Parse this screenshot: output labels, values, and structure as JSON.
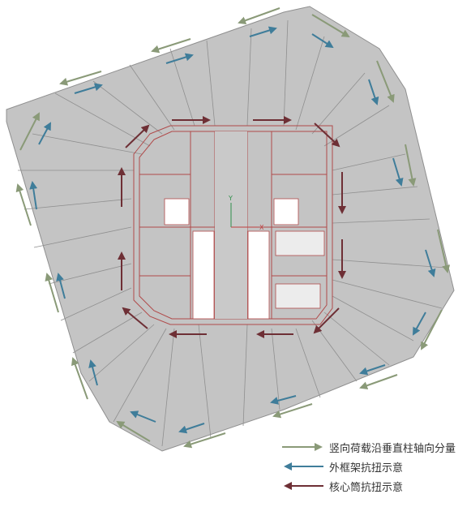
{
  "colors": {
    "background": "#ffffff",
    "floor_fill": "#c4c4c4",
    "floor_stroke": "#8f8f8f",
    "core_wall": "#b04a4a",
    "vertical_arrow": "#8a9a78",
    "frame_arrow": "#3f7d9a",
    "core_arrow": "#6e2f35",
    "axis_green": "#2f8f4a",
    "axis_red": "#c04040"
  },
  "axes": {
    "x_label": "X",
    "y_label": "Y"
  },
  "legend": [
    {
      "key": "vertical",
      "label": "竖向荷载沿垂直柱轴向分量",
      "color_key": "vertical_arrow"
    },
    {
      "key": "frame",
      "label": "外框架抗扭示意",
      "color_key": "frame_arrow"
    },
    {
      "key": "core",
      "label": "核心筒抗扭示意",
      "color_key": "core_arrow"
    }
  ]
}
